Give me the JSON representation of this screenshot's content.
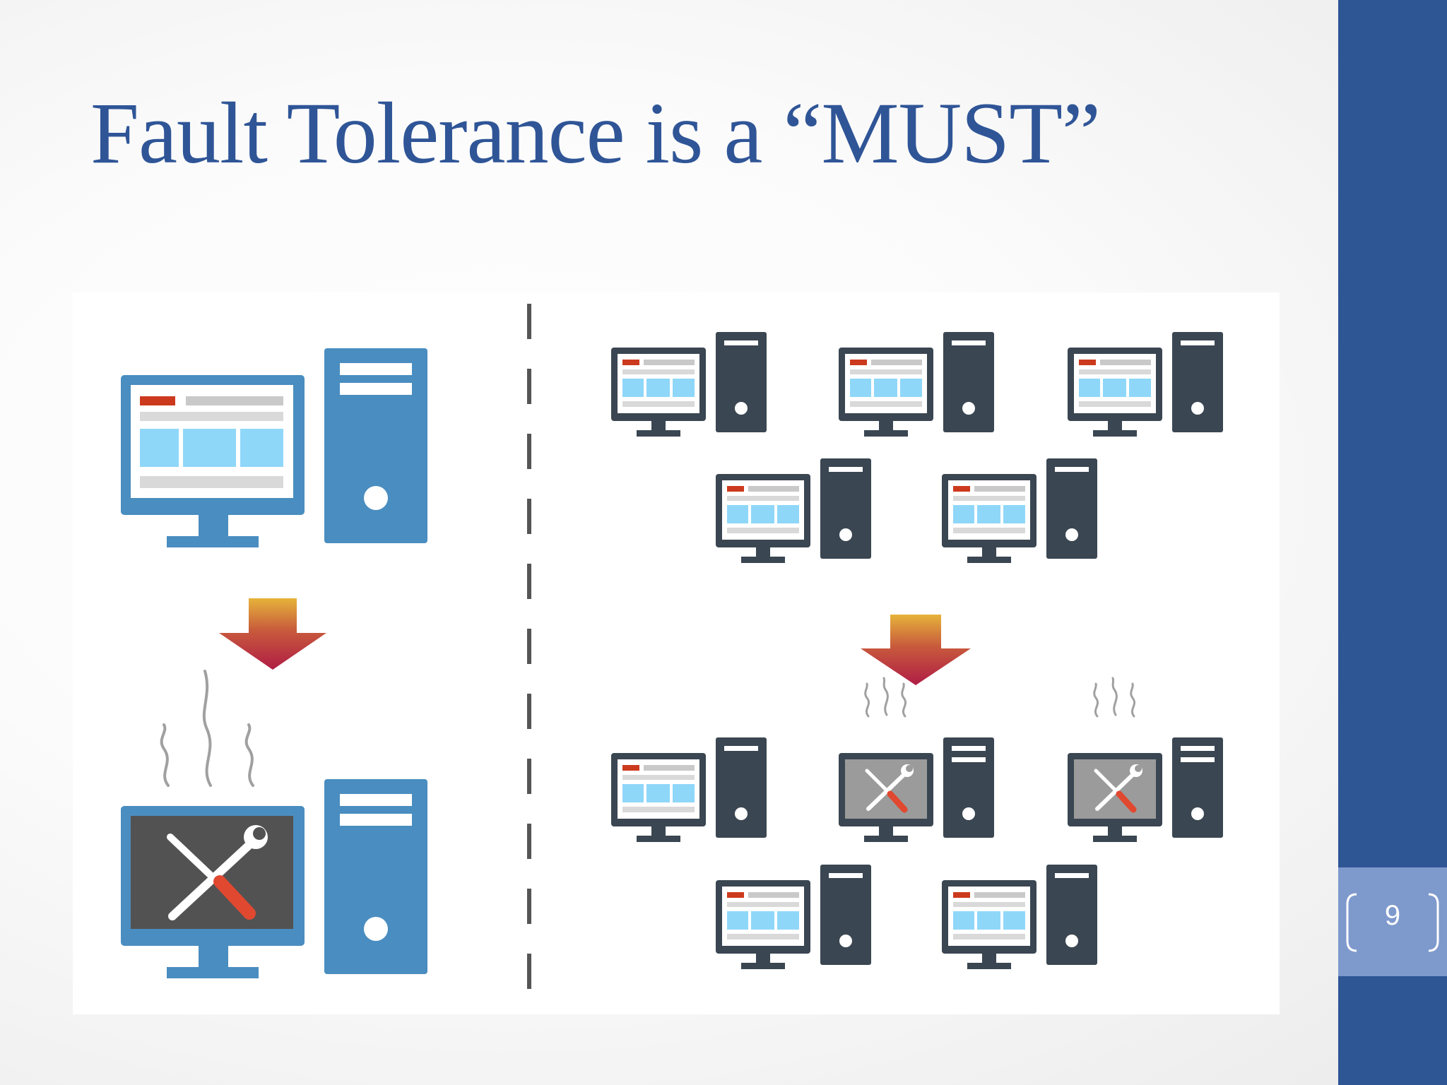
{
  "slide": {
    "title": "Fault Tolerance is a “MUST”",
    "page_number": "9"
  },
  "illustration": {
    "single_server_scenario": {
      "before": "working-computer-icon",
      "transition": "down-arrow-icon",
      "after": "broken-computer-icon"
    },
    "cluster_scenario": {
      "before": [
        "working-computer-icon",
        "working-computer-icon",
        "working-computer-icon",
        "working-computer-icon",
        "working-computer-icon"
      ],
      "transition": "down-arrow-icon",
      "after": [
        "working-computer-icon",
        "broken-computer-icon",
        "broken-computer-icon",
        "working-computer-icon",
        "working-computer-icon"
      ]
    },
    "divider": "dashed-vertical-line"
  },
  "colors": {
    "title": "#2f5597",
    "sidebar": "#2e5594",
    "page_tab": "#7e99cc",
    "big_computer": "#4a8dc0",
    "small_computer": "#3a4651",
    "screen_panel": "#8fd7f9",
    "header_accent": "#cc3a1d",
    "arrow_top": "#e6b33a",
    "arrow_bottom": "#b01d45"
  }
}
